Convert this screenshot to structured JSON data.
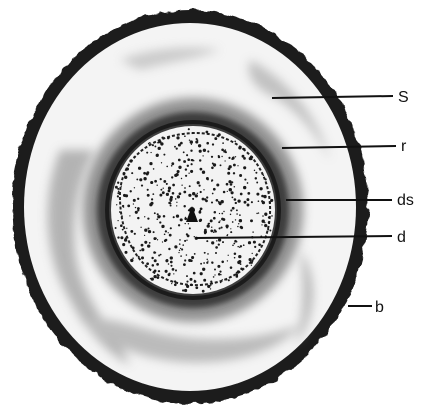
{
  "figure": {
    "labels": {
      "S": "S",
      "r": "r",
      "ds": "ds",
      "d": "d",
      "b": "b"
    }
  }
}
